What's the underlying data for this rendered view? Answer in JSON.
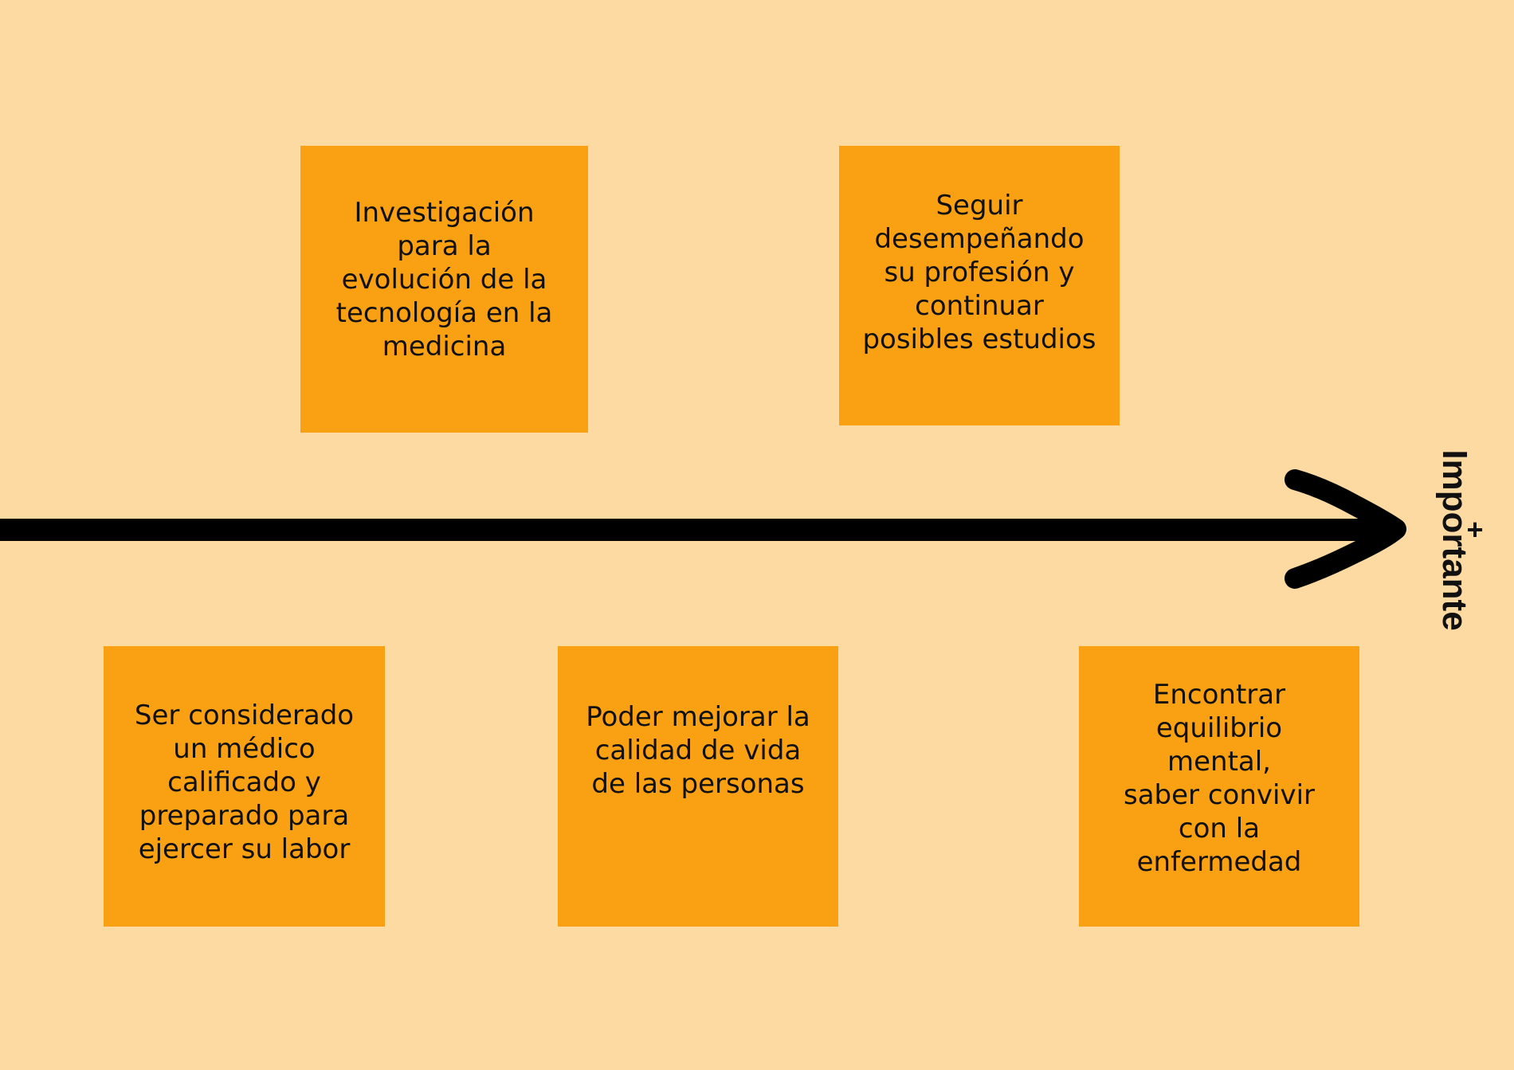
{
  "colors": {
    "background": "#FDDAA1",
    "note": "#F9A113",
    "arrow": "#000000",
    "text": "#111111"
  },
  "axis": {
    "label": "Importante",
    "sign": "+"
  },
  "notes": [
    {
      "text": "Investigación\npara la\nevolución de la\ntecnología en la\nmedicina"
    },
    {
      "text": "Seguir\ndesempeñando\nsu profesión y\ncontinuar\nposibles estudios"
    },
    {
      "text": "Ser considerado\nun médico\ncalificado y\npreparado para\nejercer su labor"
    },
    {
      "text": "Poder mejorar la\ncalidad de vida\nde las personas"
    },
    {
      "text": "Encontrar\nequilibrio mental,\nsaber convivir\ncon la\nenfermedad"
    }
  ]
}
